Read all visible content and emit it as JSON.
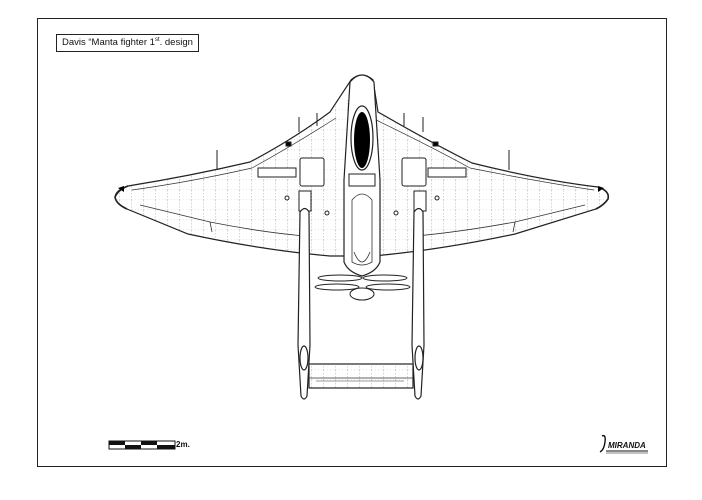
{
  "title": {
    "prefix": "Davis “Manta fighter 1",
    "superscript": "st",
    "suffix": ". design"
  },
  "scale_bar": {
    "label": "2m."
  },
  "logo": {
    "text": "MIRANDA",
    "initial": "J."
  },
  "colors": {
    "line": "#222222",
    "fill": "#000000",
    "paper": "#ffffff"
  }
}
